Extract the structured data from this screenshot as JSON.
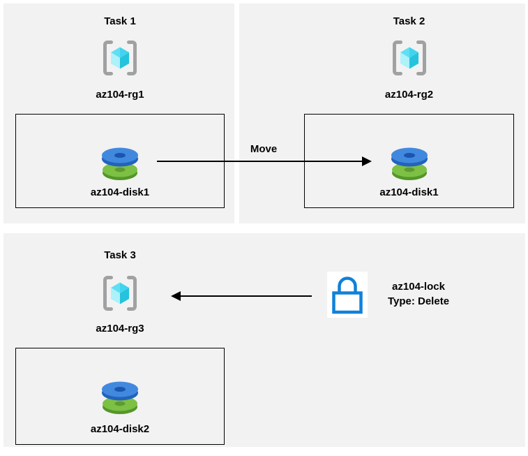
{
  "panels": [
    {
      "title": "Task 1",
      "resource_group": "az104-rg1",
      "disk": "az104-disk1"
    },
    {
      "title": "Task 2",
      "resource_group": "az104-rg2",
      "disk": "az104-disk1"
    },
    {
      "title": "Task 3",
      "resource_group": "az104-rg3",
      "disk": "az104-disk2"
    }
  ],
  "move_arrow": {
    "label": "Move"
  },
  "lock": {
    "name": "az104-lock",
    "type": "Type: Delete"
  },
  "icons": {
    "resource_group": "azure-resource-group-icon",
    "disk": "azure-managed-disk-icon",
    "lock": "azure-lock-icon"
  },
  "colors": {
    "page_background": "#ffffff",
    "panel_background": "#f2f2f2",
    "box_border": "#000000",
    "arrow": "#000000",
    "bracket_gray": "#a0a1a2",
    "cube_top_left": "#5fdff3",
    "cube_top_right": "#41d4ee",
    "cube_bottom_left": "#adf1fa",
    "cube_bottom_right": "#25c3dd",
    "disk_blue_top": "#4189de",
    "disk_blue_side": "#2263bd",
    "disk_blue_hole": "#1a55b0",
    "disk_green_top": "#7cc044",
    "disk_green_side": "#55962a",
    "disk_green_hole": "#5f9a31",
    "lock_blue": "#1080d8"
  }
}
